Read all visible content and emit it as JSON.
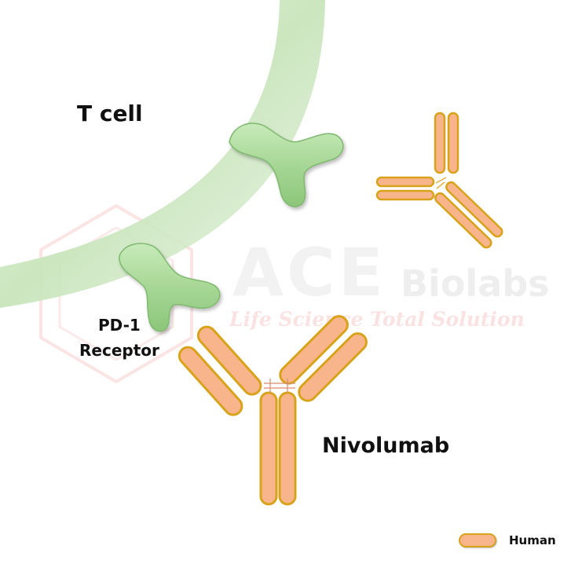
{
  "labels": {
    "t_cell": "T cell",
    "pd1_line1": "PD-1",
    "pd1_line2": "Receptor",
    "antibody": "Nivolumab"
  },
  "legend": {
    "items": [
      {
        "label": "Human",
        "color": "#f8b58c",
        "border_color": "#d9a21b"
      }
    ]
  },
  "watermark": {
    "brand": "ACE",
    "brand_suffix": "Biolabs",
    "tagline": "Life Science Total Solution"
  },
  "colors": {
    "membrane": "#cfe8c4",
    "receptor_fill": "#a8d99a",
    "receptor_stroke": "#7fb86e",
    "antibody_fill": "#f8b58c",
    "antibody_border": "#d9a21b"
  }
}
